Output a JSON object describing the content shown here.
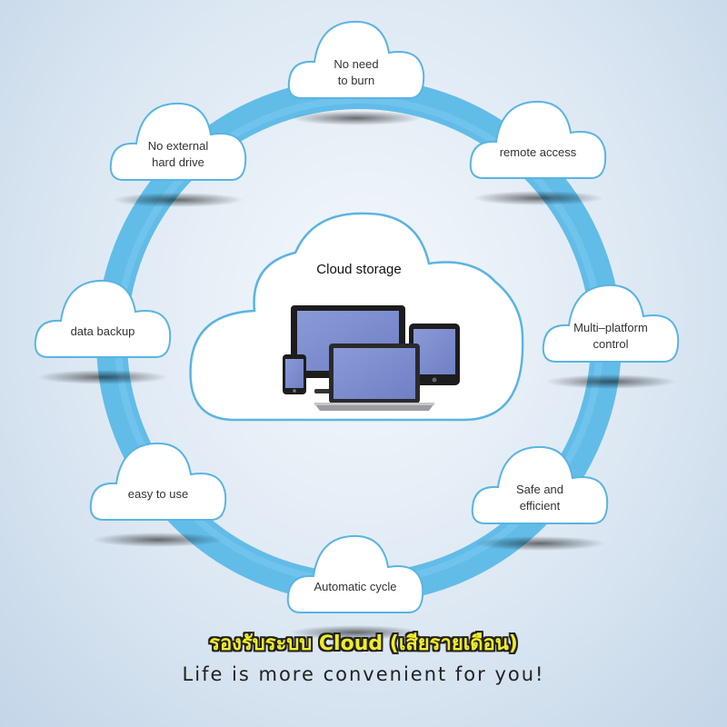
{
  "center": {
    "title": "Cloud storage",
    "devices": [
      "monitor-icon",
      "tablet-icon",
      "laptop-icon",
      "smartphone-icon"
    ]
  },
  "features": [
    {
      "id": "no-need-to-burn",
      "label": "No need\nto burn"
    },
    {
      "id": "remote-access",
      "label": "remote access"
    },
    {
      "id": "multi-platform-control",
      "label": "Multi–platform\ncontrol"
    },
    {
      "id": "safe-and-efficient",
      "label": "Safe and\nefficient"
    },
    {
      "id": "automatic-cycle",
      "label": "Automatic cycle"
    },
    {
      "id": "easy-to-use",
      "label": "easy to use"
    },
    {
      "id": "data-backup",
      "label": "data backup"
    },
    {
      "id": "no-external-hard-drive",
      "label": "No external\nhard drive"
    }
  ],
  "footer": {
    "headline": "รองรับระบบ Cloud (เสียรายเดือน)",
    "tagline": "Life is more convenient for you!"
  },
  "colors": {
    "ring": "#56b7e6",
    "cloud_outline": "#5ab4e2",
    "headline_fill": "#f2ec2a",
    "screen": "#7e8fcf"
  }
}
